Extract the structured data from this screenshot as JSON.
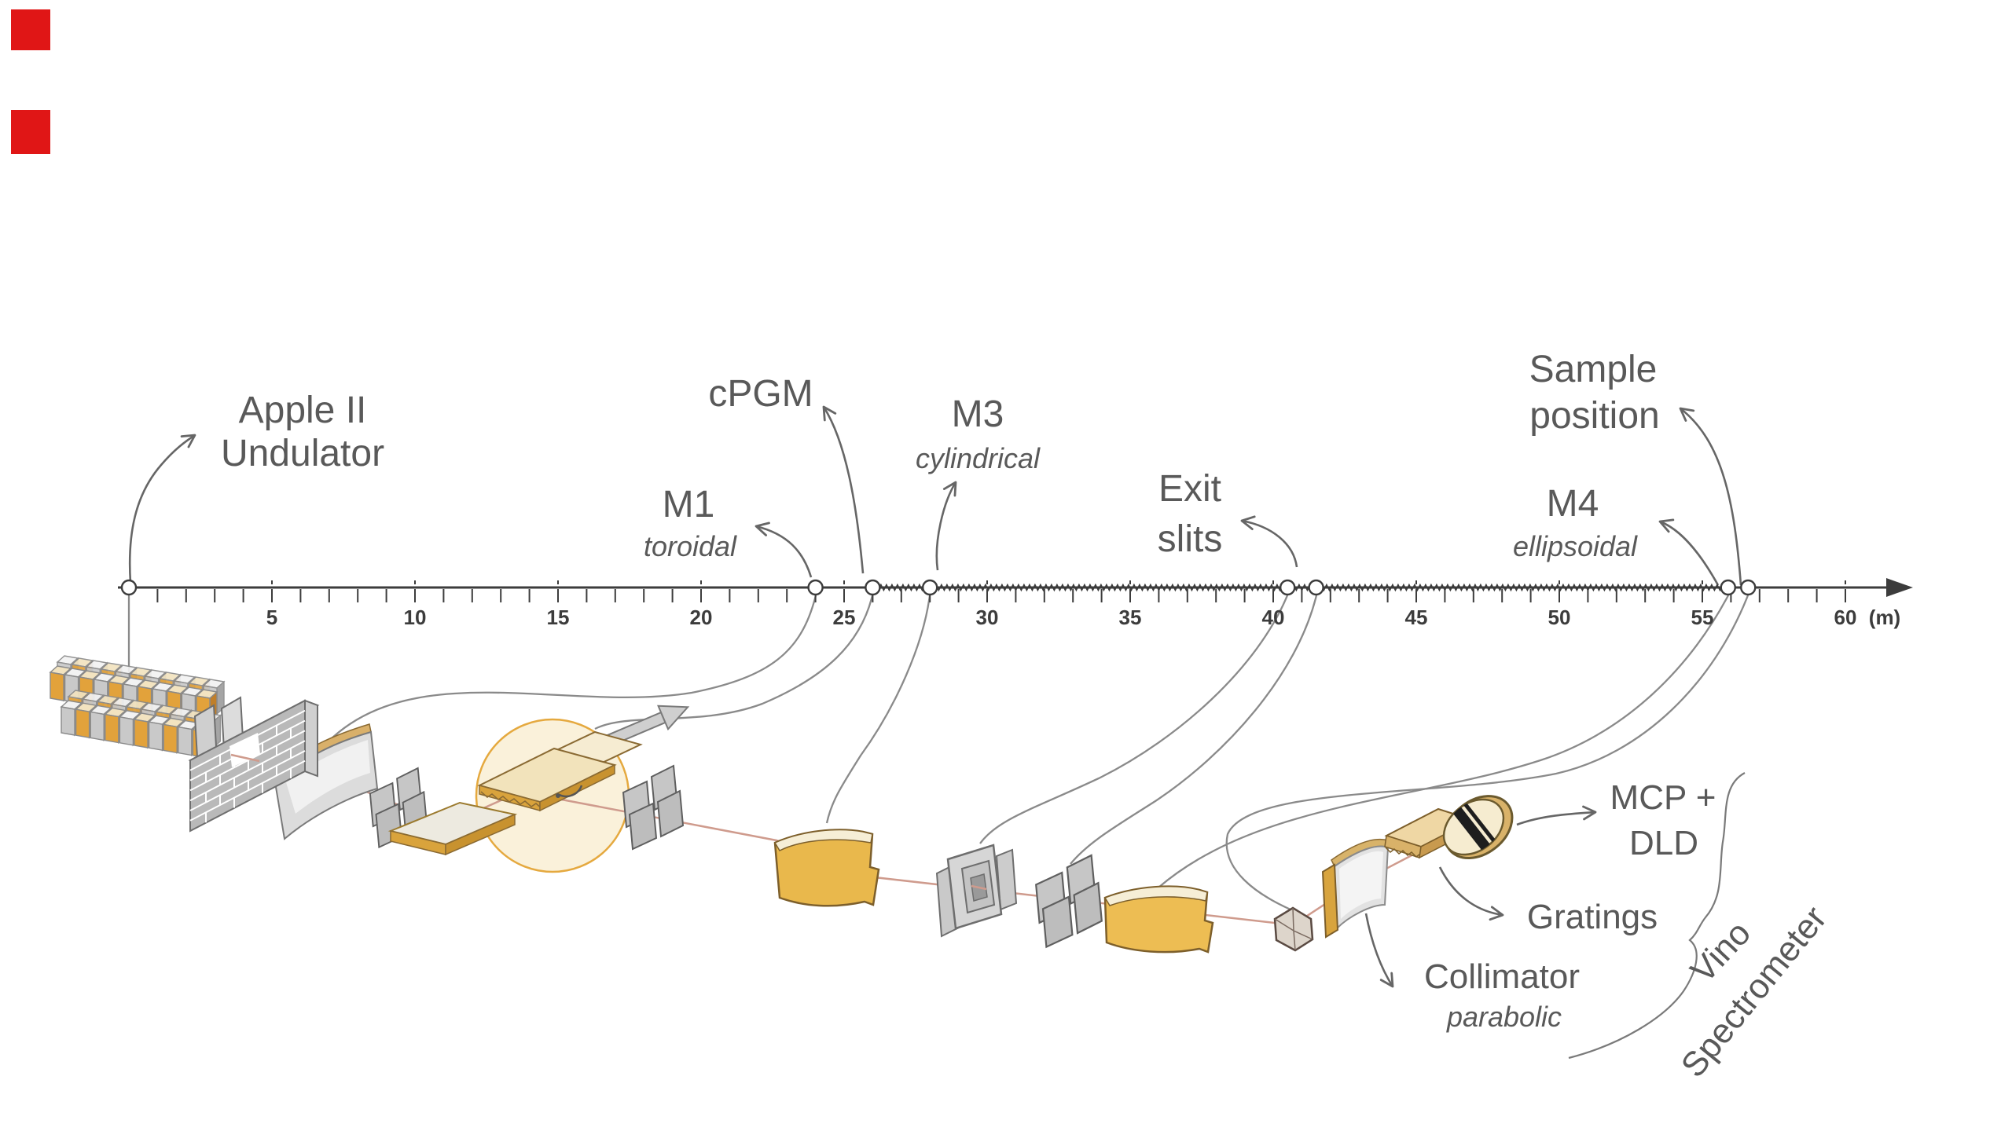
{
  "markers": {
    "color": "#e01616"
  },
  "labels": {
    "undulator_line1": "Apple II",
    "undulator_line2": "Undulator",
    "m1": "M1",
    "m1_sub": "toroidal",
    "cpgm": "cPGM",
    "m3": "M3",
    "m3_sub": "cylindrical",
    "exit_line1": "Exit",
    "exit_line2": "slits",
    "m4": "M4",
    "m4_sub": "ellipsoidal",
    "sample_line1": "Sample",
    "sample_line2": "position",
    "mcp_line1": "MCP +",
    "mcp_line2": "DLD",
    "gratings": "Gratings",
    "collimator": "Collimator",
    "collimator_sub": "parabolic",
    "vino_line1": "Vino",
    "vino_line2": "Spectrometer"
  },
  "axis": {
    "unit": "(m)",
    "tick_labels": [
      5,
      10,
      15,
      20,
      25,
      30,
      35,
      40,
      45,
      50,
      55,
      60
    ],
    "marker_positions_m": [
      0,
      24,
      26,
      28,
      40.5,
      41.5,
      55.9,
      56.6
    ],
    "zigzag_range_m": [
      26,
      55.9
    ],
    "max_m": 60
  },
  "colors": {
    "text": "#595959",
    "axis": "#3c3c3c",
    "beam": "#cf9b8d",
    "gold": "#e2a23b",
    "cream": "#f6eed6",
    "circle_fill": "#faf1da",
    "circle_border": "#e5a93f",
    "gray_component": "#c9c9c9",
    "connector": "#8a8a8a"
  }
}
